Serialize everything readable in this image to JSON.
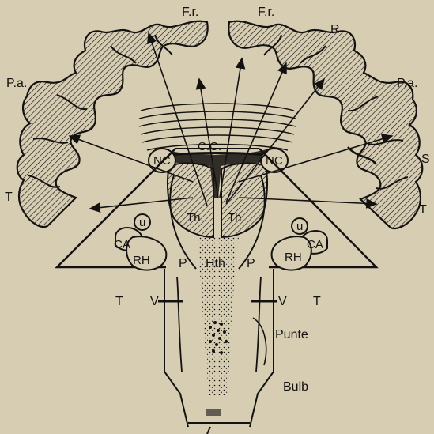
{
  "labels": {
    "fr_left": "F.r.",
    "fr_right": "F.r.",
    "r": "R",
    "pa_left": "P.a.",
    "pa_right": "P.a.",
    "cc": "C.C.",
    "nc_left": "NC",
    "nc_right": "NC",
    "s": "S",
    "t_left": "T",
    "t_right": "T",
    "th_left": "Th.",
    "th_right": "Th.",
    "u_left": "u",
    "u_right": "u",
    "ca_left": "CA",
    "ca_right": "CA",
    "rh_left": "RH",
    "rh_right": "RH",
    "p_left": "P",
    "hth": "Hth",
    "p_right": "P",
    "t_low_left": "T",
    "v_left": "V",
    "v_right": "V",
    "t_low_right": "T",
    "punte": "Punte",
    "bulb": "Bulb"
  },
  "colors": {
    "paper": "#d6cdb3",
    "ink": "#141210"
  }
}
